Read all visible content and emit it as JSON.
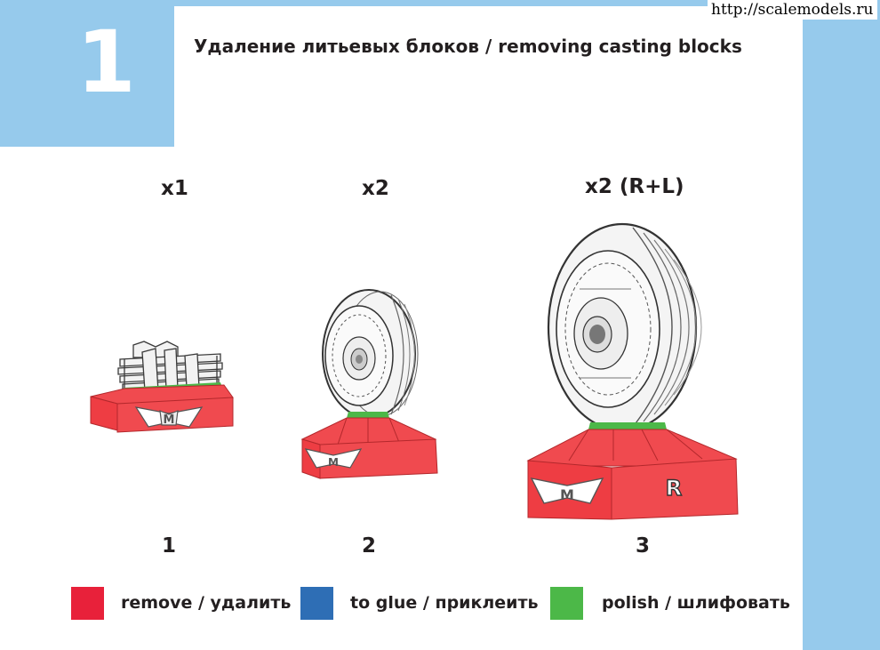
{
  "header": {
    "step_number": "1",
    "title": "Удаление литьевых блоков / removing casting blocks",
    "watermark": "http://scalemodels.ru"
  },
  "parts": [
    {
      "quantity": "x1",
      "number": "1"
    },
    {
      "quantity": "x2",
      "number": "2"
    },
    {
      "quantity": "x2 (R+L)",
      "number": "3",
      "block_letter": "R"
    }
  ],
  "legend": [
    {
      "label": "remove / удалить",
      "color": "#e8213a"
    },
    {
      "label": "to glue / приклеить",
      "color": "#2e6eb5"
    },
    {
      "label": "polish / шлифовать",
      "color": "#4cb848"
    }
  ],
  "colors": {
    "accent_blue": "#96caec",
    "casting_red": "#f04a4f",
    "polish_green": "#4cb848"
  }
}
